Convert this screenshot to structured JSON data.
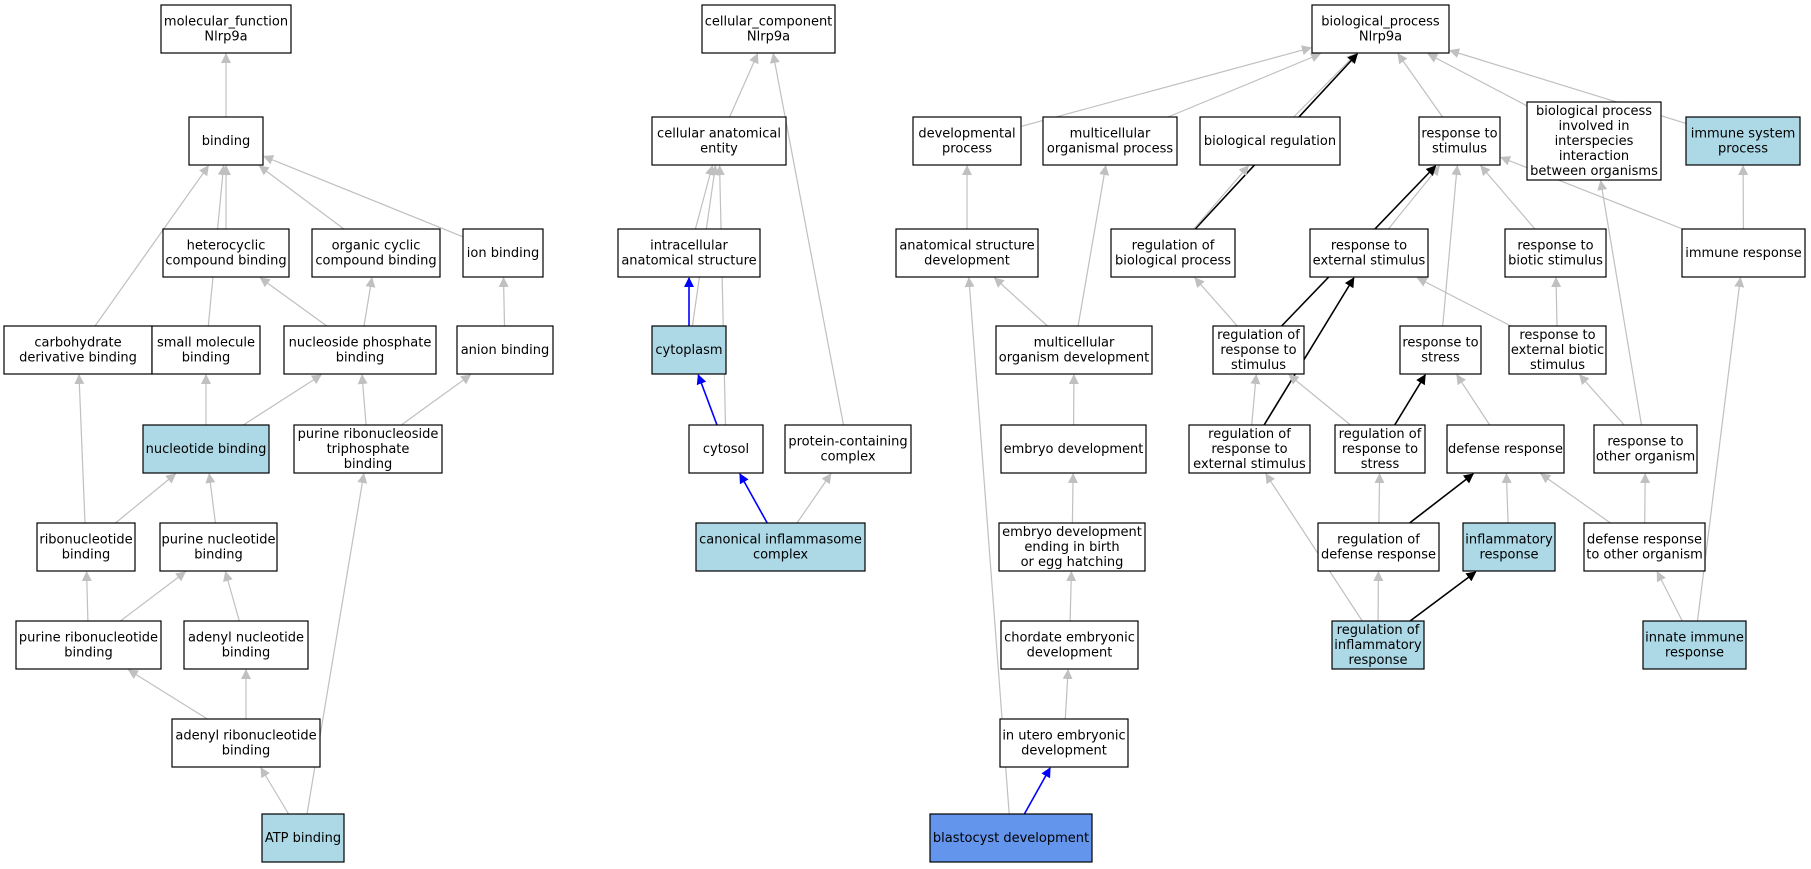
{
  "colors": {
    "plain": "#ffffff",
    "annotated": "#add8e6",
    "query": "#6495ed",
    "edge_gray": "#c0c0c0",
    "edge_black": "#000000",
    "edge_blue": "#0000ff"
  },
  "nodes": {
    "mf_root": {
      "lines": [
        "molecular_function",
        "Nlrp9a"
      ],
      "fill": "plain"
    },
    "binding": {
      "lines": [
        "binding"
      ],
      "fill": "plain"
    },
    "heterocyclic": {
      "lines": [
        "heterocyclic",
        "compound binding"
      ],
      "fill": "plain"
    },
    "organic_cyclic": {
      "lines": [
        "organic cyclic",
        "compound binding"
      ],
      "fill": "plain"
    },
    "ion_binding": {
      "lines": [
        "ion binding"
      ],
      "fill": "plain"
    },
    "carb_deriv": {
      "lines": [
        "carbohydrate",
        "derivative binding"
      ],
      "fill": "plain"
    },
    "small_mol": {
      "lines": [
        "small molecule",
        "binding"
      ],
      "fill": "plain"
    },
    "nucleoside_phos": {
      "lines": [
        "nucleoside phosphate",
        "binding"
      ],
      "fill": "plain"
    },
    "anion_binding": {
      "lines": [
        "anion binding"
      ],
      "fill": "plain"
    },
    "nucleotide_binding": {
      "lines": [
        "nucleotide binding"
      ],
      "fill": "annotated"
    },
    "purine_rnt_tri": {
      "lines": [
        "purine ribonucleoside",
        "triphosphate",
        "binding"
      ],
      "fill": "plain"
    },
    "ribonucleotide": {
      "lines": [
        "ribonucleotide",
        "binding"
      ],
      "fill": "plain"
    },
    "purine_nucleotide": {
      "lines": [
        "purine nucleotide",
        "binding"
      ],
      "fill": "plain"
    },
    "purine_ribonucleotide": {
      "lines": [
        "purine ribonucleotide",
        "binding"
      ],
      "fill": "plain"
    },
    "adenyl_nucleotide": {
      "lines": [
        "adenyl nucleotide",
        "binding"
      ],
      "fill": "plain"
    },
    "adenyl_ribonucleotide": {
      "lines": [
        "adenyl ribonucleotide",
        "binding"
      ],
      "fill": "plain"
    },
    "atp_binding": {
      "lines": [
        "ATP binding"
      ],
      "fill": "annotated"
    },
    "cc_root": {
      "lines": [
        "cellular_component",
        "Nlrp9a"
      ],
      "fill": "plain"
    },
    "cell_anat_entity": {
      "lines": [
        "cellular anatomical",
        "entity"
      ],
      "fill": "plain"
    },
    "intracellular": {
      "lines": [
        "intracellular",
        "anatomical structure"
      ],
      "fill": "plain"
    },
    "cytoplasm": {
      "lines": [
        "cytoplasm"
      ],
      "fill": "annotated"
    },
    "cytosol": {
      "lines": [
        "cytosol"
      ],
      "fill": "plain"
    },
    "protein_complex": {
      "lines": [
        "protein-containing",
        "complex"
      ],
      "fill": "plain"
    },
    "inflammasome": {
      "lines": [
        "canonical inflammasome",
        "complex"
      ],
      "fill": "annotated"
    },
    "bp_root": {
      "lines": [
        "biological_process",
        "Nlrp9a"
      ],
      "fill": "plain"
    },
    "dev_process": {
      "lines": [
        "developmental",
        "process"
      ],
      "fill": "plain"
    },
    "multicell_process": {
      "lines": [
        "multicellular",
        "organismal process"
      ],
      "fill": "plain"
    },
    "bio_regulation": {
      "lines": [
        "biological regulation"
      ],
      "fill": "plain"
    },
    "resp_stimulus": {
      "lines": [
        "response to",
        "stimulus"
      ],
      "fill": "plain"
    },
    "interspecies": {
      "lines": [
        "biological process",
        "involved in",
        "interspecies",
        "interaction",
        "between organisms"
      ],
      "fill": "plain"
    },
    "immune_system": {
      "lines": [
        "immune system",
        "process"
      ],
      "fill": "annotated"
    },
    "anat_struct_dev": {
      "lines": [
        "anatomical structure",
        "development"
      ],
      "fill": "plain"
    },
    "reg_bio_process": {
      "lines": [
        "regulation of",
        "biological process"
      ],
      "fill": "plain"
    },
    "resp_ext_stim": {
      "lines": [
        "response to",
        "external stimulus"
      ],
      "fill": "plain"
    },
    "resp_biotic": {
      "lines": [
        "response to",
        "biotic stimulus"
      ],
      "fill": "plain"
    },
    "immune_response": {
      "lines": [
        "immune response"
      ],
      "fill": "plain"
    },
    "multicell_org_dev": {
      "lines": [
        "multicellular",
        "organism development"
      ],
      "fill": "plain"
    },
    "reg_resp_stim": {
      "lines": [
        "regulation of",
        "response to",
        "stimulus"
      ],
      "fill": "plain"
    },
    "resp_stress": {
      "lines": [
        "response to",
        "stress"
      ],
      "fill": "plain"
    },
    "resp_ext_biotic": {
      "lines": [
        "response to",
        "external biotic",
        "stimulus"
      ],
      "fill": "plain"
    },
    "embryo_dev": {
      "lines": [
        "embryo development"
      ],
      "fill": "plain"
    },
    "reg_resp_ext": {
      "lines": [
        "regulation of",
        "response to",
        "external stimulus"
      ],
      "fill": "plain"
    },
    "reg_resp_stress": {
      "lines": [
        "regulation of",
        "response to",
        "stress"
      ],
      "fill": "plain"
    },
    "defense_response": {
      "lines": [
        "defense response"
      ],
      "fill": "plain"
    },
    "resp_other_org": {
      "lines": [
        "response to",
        "other organism"
      ],
      "fill": "plain"
    },
    "embryo_dev_birth": {
      "lines": [
        "embryo development",
        "ending in birth",
        "or egg hatching"
      ],
      "fill": "plain"
    },
    "reg_defense": {
      "lines": [
        "regulation of",
        "defense response"
      ],
      "fill": "plain"
    },
    "inflammatory": {
      "lines": [
        "inflammatory",
        "response"
      ],
      "fill": "annotated"
    },
    "defense_other_org": {
      "lines": [
        "defense response",
        "to other organism"
      ],
      "fill": "plain"
    },
    "chordate_embryonic": {
      "lines": [
        "chordate embryonic",
        "development"
      ],
      "fill": "plain"
    },
    "reg_inflammatory": {
      "lines": [
        "regulation of",
        "inflammatory",
        "response"
      ],
      "fill": "annotated"
    },
    "innate_immune": {
      "lines": [
        "innate immune",
        "response"
      ],
      "fill": "annotated"
    },
    "in_utero": {
      "lines": [
        "in utero embryonic",
        "development"
      ],
      "fill": "plain"
    },
    "blastocyst": {
      "lines": [
        "blastocyst development"
      ],
      "fill": "query"
    }
  },
  "edges": [
    {
      "from": "binding",
      "to": "mf_root",
      "style": "gray"
    },
    {
      "from": "heterocyclic",
      "to": "binding",
      "style": "gray"
    },
    {
      "from": "organic_cyclic",
      "to": "binding",
      "style": "gray"
    },
    {
      "from": "ion_binding",
      "to": "binding",
      "style": "gray"
    },
    {
      "from": "carb_deriv",
      "to": "binding",
      "style": "gray"
    },
    {
      "from": "small_mol",
      "to": "binding",
      "style": "gray"
    },
    {
      "from": "nucleoside_phos",
      "to": "heterocyclic",
      "style": "gray"
    },
    {
      "from": "nucleoside_phos",
      "to": "organic_cyclic",
      "style": "gray"
    },
    {
      "from": "anion_binding",
      "to": "ion_binding",
      "style": "gray"
    },
    {
      "from": "nucleotide_binding",
      "to": "small_mol",
      "style": "gray"
    },
    {
      "from": "nucleotide_binding",
      "to": "nucleoside_phos",
      "style": "gray"
    },
    {
      "from": "purine_rnt_tri",
      "to": "nucleoside_phos",
      "style": "gray"
    },
    {
      "from": "purine_rnt_tri",
      "to": "anion_binding",
      "style": "gray"
    },
    {
      "from": "ribonucleotide",
      "to": "carb_deriv",
      "style": "gray"
    },
    {
      "from": "ribonucleotide",
      "to": "nucleotide_binding",
      "style": "gray"
    },
    {
      "from": "purine_nucleotide",
      "to": "nucleotide_binding",
      "style": "gray"
    },
    {
      "from": "purine_ribonucleotide",
      "to": "ribonucleotide",
      "style": "gray"
    },
    {
      "from": "purine_ribonucleotide",
      "to": "purine_nucleotide",
      "style": "gray"
    },
    {
      "from": "adenyl_nucleotide",
      "to": "purine_nucleotide",
      "style": "gray"
    },
    {
      "from": "adenyl_ribonucleotide",
      "to": "purine_ribonucleotide",
      "style": "gray"
    },
    {
      "from": "adenyl_ribonucleotide",
      "to": "adenyl_nucleotide",
      "style": "gray"
    },
    {
      "from": "atp_binding",
      "to": "adenyl_ribonucleotide",
      "style": "gray"
    },
    {
      "from": "atp_binding",
      "to": "purine_rnt_tri",
      "style": "gray"
    },
    {
      "from": "cell_anat_entity",
      "to": "cc_root",
      "style": "gray"
    },
    {
      "from": "protein_complex",
      "to": "cc_root",
      "style": "gray"
    },
    {
      "from": "intracellular",
      "to": "cell_anat_entity",
      "style": "gray"
    },
    {
      "from": "cytoplasm",
      "to": "cell_anat_entity",
      "style": "gray"
    },
    {
      "from": "cytosol",
      "to": "cell_anat_entity",
      "style": "gray"
    },
    {
      "from": "cytoplasm",
      "to": "intracellular",
      "style": "blue"
    },
    {
      "from": "cytosol",
      "to": "cytoplasm",
      "style": "blue"
    },
    {
      "from": "inflammasome",
      "to": "cytosol",
      "style": "blue"
    },
    {
      "from": "inflammasome",
      "to": "protein_complex",
      "style": "gray"
    },
    {
      "from": "dev_process",
      "to": "bp_root",
      "style": "gray"
    },
    {
      "from": "multicell_process",
      "to": "bp_root",
      "style": "gray"
    },
    {
      "from": "bio_regulation",
      "to": "bp_root",
      "style": "gray"
    },
    {
      "from": "resp_stimulus",
      "to": "bp_root",
      "style": "gray"
    },
    {
      "from": "interspecies",
      "to": "bp_root",
      "style": "gray"
    },
    {
      "from": "immune_system",
      "to": "bp_root",
      "style": "gray"
    },
    {
      "from": "reg_bio_process",
      "to": "bp_root",
      "style": "black"
    },
    {
      "from": "anat_struct_dev",
      "to": "dev_process",
      "style": "gray"
    },
    {
      "from": "reg_bio_process",
      "to": "bio_regulation",
      "style": "gray"
    },
    {
      "from": "resp_ext_stim",
      "to": "resp_stimulus",
      "style": "gray"
    },
    {
      "from": "resp_biotic",
      "to": "resp_stimulus",
      "style": "gray"
    },
    {
      "from": "immune_response",
      "to": "resp_stimulus",
      "style": "gray"
    },
    {
      "from": "immune_response",
      "to": "immune_system",
      "style": "gray"
    },
    {
      "from": "multicell_org_dev",
      "to": "anat_struct_dev",
      "style": "gray"
    },
    {
      "from": "multicell_org_dev",
      "to": "multicell_process",
      "style": "gray"
    },
    {
      "from": "reg_resp_stim",
      "to": "reg_bio_process",
      "style": "gray"
    },
    {
      "from": "reg_resp_stim",
      "to": "resp_stimulus",
      "style": "black"
    },
    {
      "from": "resp_stress",
      "to": "resp_stimulus",
      "style": "gray"
    },
    {
      "from": "resp_ext_biotic",
      "to": "resp_ext_stim",
      "style": "gray"
    },
    {
      "from": "resp_ext_biotic",
      "to": "resp_biotic",
      "style": "gray"
    },
    {
      "from": "embryo_dev",
      "to": "multicell_org_dev",
      "style": "gray"
    },
    {
      "from": "reg_resp_ext",
      "to": "reg_resp_stim",
      "style": "gray"
    },
    {
      "from": "reg_resp_ext",
      "to": "resp_ext_stim",
      "style": "black"
    },
    {
      "from": "reg_resp_stress",
      "to": "reg_resp_stim",
      "style": "gray"
    },
    {
      "from": "reg_resp_stress",
      "to": "resp_stress",
      "style": "black"
    },
    {
      "from": "defense_response",
      "to": "resp_stress",
      "style": "gray"
    },
    {
      "from": "resp_other_org",
      "to": "resp_ext_biotic",
      "style": "gray"
    },
    {
      "from": "resp_other_org",
      "to": "interspecies",
      "style": "gray"
    },
    {
      "from": "embryo_dev_birth",
      "to": "embryo_dev",
      "style": "gray"
    },
    {
      "from": "reg_defense",
      "to": "reg_resp_stress",
      "style": "gray"
    },
    {
      "from": "reg_defense",
      "to": "defense_response",
      "style": "black"
    },
    {
      "from": "inflammatory",
      "to": "defense_response",
      "style": "gray"
    },
    {
      "from": "defense_other_org",
      "to": "defense_response",
      "style": "gray"
    },
    {
      "from": "defense_other_org",
      "to": "resp_other_org",
      "style": "gray"
    },
    {
      "from": "chordate_embryonic",
      "to": "embryo_dev_birth",
      "style": "gray"
    },
    {
      "from": "reg_inflammatory",
      "to": "reg_resp_ext",
      "style": "gray"
    },
    {
      "from": "reg_inflammatory",
      "to": "reg_defense",
      "style": "gray"
    },
    {
      "from": "reg_inflammatory",
      "to": "inflammatory",
      "style": "black"
    },
    {
      "from": "innate_immune",
      "to": "defense_other_org",
      "style": "gray"
    },
    {
      "from": "innate_immune",
      "to": "immune_response",
      "style": "gray"
    },
    {
      "from": "in_utero",
      "to": "chordate_embryonic",
      "style": "gray"
    },
    {
      "from": "blastocyst",
      "to": "in_utero",
      "style": "blue"
    },
    {
      "from": "blastocyst",
      "to": "anat_struct_dev",
      "style": "gray"
    }
  ]
}
